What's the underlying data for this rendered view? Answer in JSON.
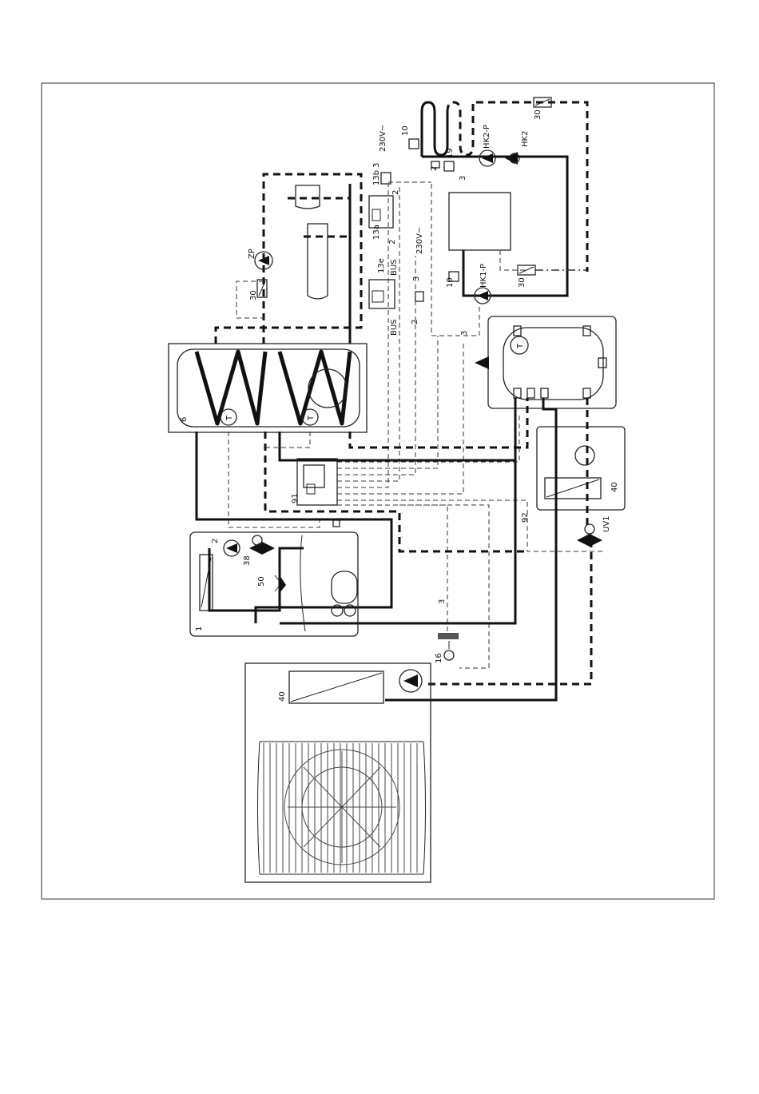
{
  "labels": {
    "heat_pump": "1",
    "storage_tank": "6",
    "mixer_hk2": "HK2",
    "pump_hk2": "HK2-P",
    "pump_hk1": "HK1-P",
    "valve_uv1": "UV1",
    "circ_pump": "ZP",
    "module_13a": "13a",
    "module_13b": "13b",
    "module_13e": "13e",
    "sensor_16": "16",
    "thermostat_10_top": "10",
    "thermostat_10_mid": "10",
    "part_19": "19",
    "part_2": "2",
    "part_38": "38",
    "part_50": "50",
    "part_91": "91",
    "part_92": "92",
    "exchanger_40_right": "40",
    "exchanger_40_bottom": "40",
    "sensor_30_top": "30",
    "sensor_30_mid": "30",
    "sensor_30_left": "30",
    "voltage_top": "230V~",
    "voltage_mid": "230V~",
    "bus_1": "BUS",
    "bus_2": "BUS",
    "wire_3_a": "3",
    "wire_3_b": "3",
    "wire_3_c": "3",
    "wire_3_d": "3",
    "wire_3_e": "3",
    "wire_2_a": "2",
    "wire_2_b": "2",
    "wire_2_c": "2",
    "wire_2_d": "2",
    "temp_a": "T",
    "temp_b": "T",
    "temp_c": "T"
  }
}
